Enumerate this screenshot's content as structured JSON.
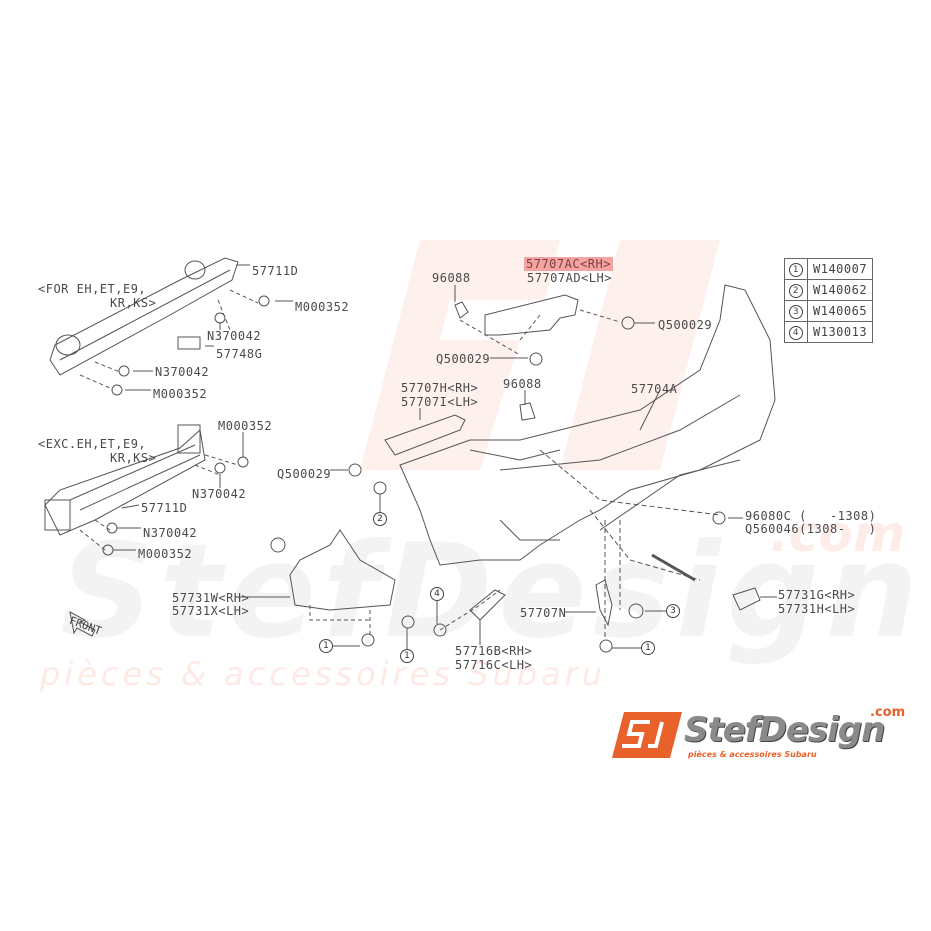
{
  "watermark": {
    "brand": "StefDesign",
    "com": ".com",
    "tagline": "pièces & accessoires Subaru",
    "logo_letters": "SD"
  },
  "logo": {
    "name": "StefDesign",
    "com": ".com",
    "tagline": "pièces & accessoires Subaru",
    "mark": "SD",
    "accent": "#e8602a"
  },
  "highlight_color": "#f5a3a0",
  "front_label": "FRONT",
  "upper_beam": {
    "note1": "<FOR EH,ET,E9,",
    "note2": "KR,KS>",
    "beam": "57711D",
    "bolt_right": "M000352",
    "nut_right": "N370042",
    "pad": "57748G",
    "nut_left": "N370042",
    "bolt_left": "M000352"
  },
  "lower_beam": {
    "note1": "<EXC.EH,ET,E9,",
    "note2": "KR,KS>",
    "bolt_right": "M000352",
    "nut_right": "N370042",
    "beam": "57711D",
    "nut_left": "N370042",
    "bolt_left": "M000352"
  },
  "parts": {
    "bracket_rh": "57707AC<RH>",
    "bracket_lh": "57707AD<LH>",
    "clip_a": "96088",
    "screw_a": "Q500029",
    "screw_b": "Q500029",
    "side_rh": "57707H<RH>",
    "side_lh": "57707I<LH>",
    "clip_b": "96088",
    "bumper": "57704A",
    "screw_c": "Q500029",
    "fastener_1": "96080C (   -1308)",
    "fastener_2": "Q560046(1308-   )",
    "reflector_rh": "57731G<RH>",
    "reflector_lh": "57731H<LH>",
    "stay": "57707N",
    "cover_rh": "57716B<RH>",
    "cover_lh": "57716C<LH>",
    "guard_rh": "57731W<RH>",
    "guard_lh": "57731X<LH>"
  },
  "callouts": [
    "1",
    "1",
    "2",
    "4",
    "3",
    "1"
  ],
  "legend": [
    {
      "num": "1",
      "part": "W140007"
    },
    {
      "num": "2",
      "part": "W140062"
    },
    {
      "num": "3",
      "part": "W140065"
    },
    {
      "num": "4",
      "part": "W130013"
    }
  ]
}
